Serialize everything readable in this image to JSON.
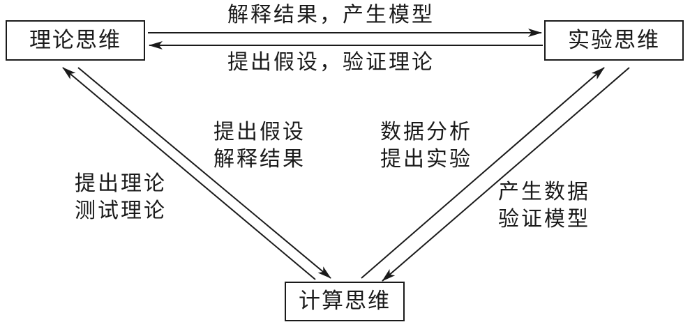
{
  "nodes": {
    "theory": "理论思维",
    "experiment": "实验思维",
    "computation": "计算思维"
  },
  "edges": {
    "theory_to_experiment": "解释结果，产生模型",
    "experiment_to_theory": "提出假设，验证理论",
    "computation_to_theory": [
      "提出假设",
      "解释结果"
    ],
    "theory_to_computation": [
      "提出理论",
      "测试理论"
    ],
    "computation_to_experiment": [
      "数据分析",
      "提出实验"
    ],
    "experiment_to_computation": [
      "产生数据",
      "验证模型"
    ]
  },
  "colors": {
    "ink": "#1a1a1a",
    "background": "#ffffff"
  }
}
